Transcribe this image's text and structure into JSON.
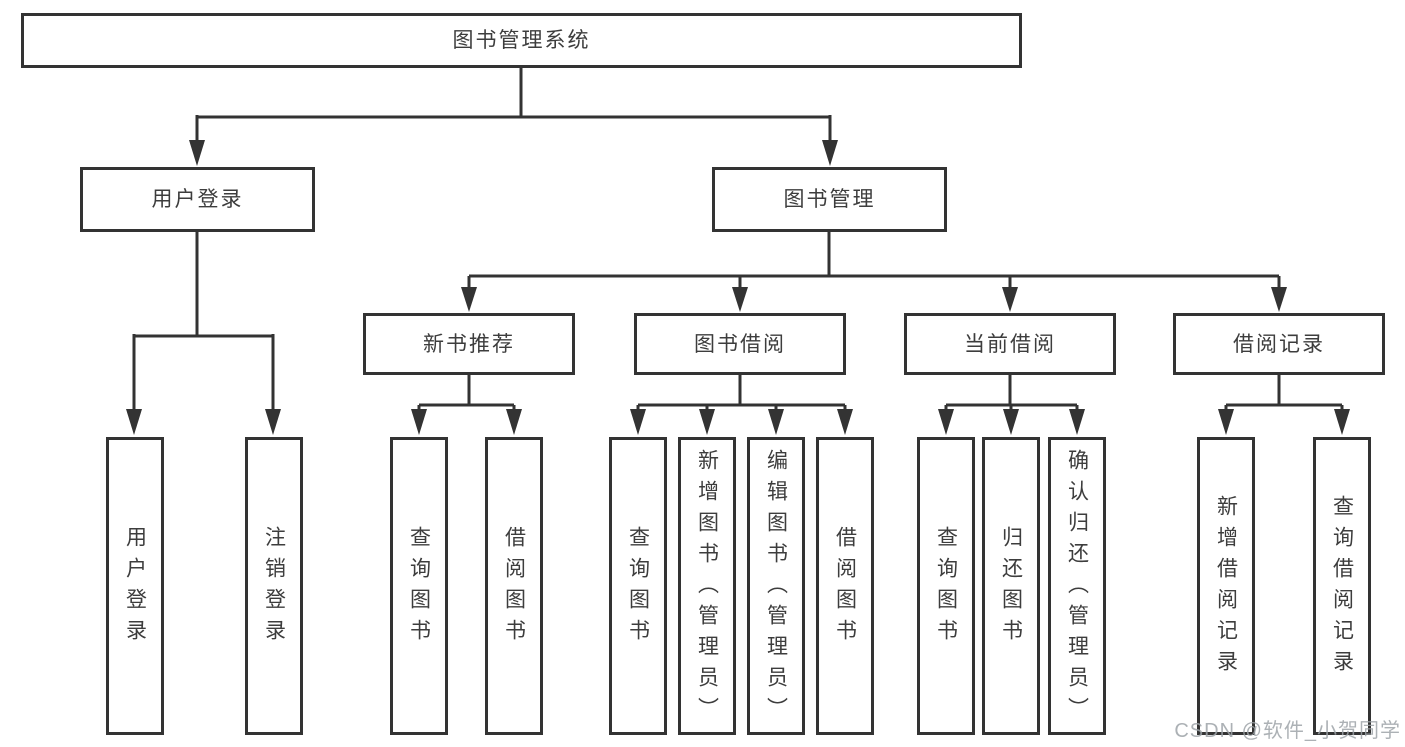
{
  "diagram": {
    "root": "图书管理系统",
    "branches": {
      "user_login": "用户登录",
      "book_mgmt": "图书管理"
    },
    "modules": [
      "新书推荐",
      "图书借阅",
      "当前借阅",
      "借阅记录"
    ],
    "leaves": {
      "user_login": [
        "用户登录",
        "注销登录"
      ],
      "new_book": [
        "查询图书",
        "借阅图书"
      ],
      "book_borrow": [
        "查询图书",
        "新增图书（管理员）",
        "编辑图书（管理员）",
        "借阅图书"
      ],
      "current_borrow": [
        "查询图书",
        "归还图书",
        "确认归还（管理员）"
      ],
      "borrow_record": [
        "新增借阅记录",
        "查询借阅记录"
      ]
    }
  },
  "watermark": "CSDN @软件_小贺同学",
  "colors": {
    "line": "#333333",
    "text": "#3d3d3d",
    "watermark": "#9ea3a8",
    "background": "#ffffff"
  }
}
